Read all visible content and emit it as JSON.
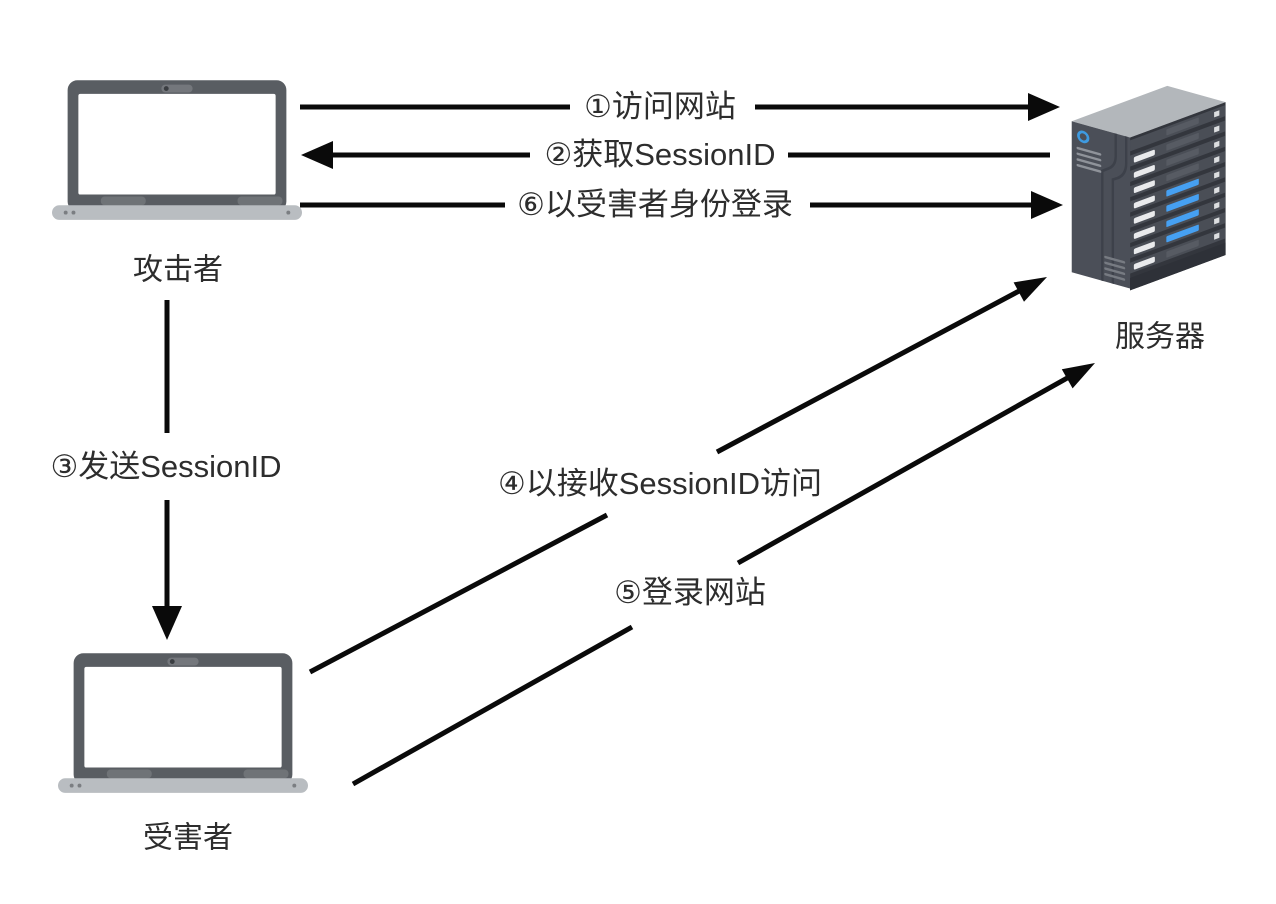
{
  "entities": {
    "attacker": {
      "label": "攻击者",
      "icon": "laptop-icon"
    },
    "victim": {
      "label": "受害者",
      "icon": "laptop-icon"
    },
    "server": {
      "label": "服务器",
      "icon": "server-icon"
    }
  },
  "flows": [
    {
      "label": "①访问网站",
      "from": "attacker",
      "to": "server",
      "direction": "right"
    },
    {
      "label": "②获取SessionID",
      "from": "server",
      "to": "attacker",
      "direction": "left"
    },
    {
      "label": "③发送SessionID",
      "from": "attacker",
      "to": "victim",
      "direction": "down"
    },
    {
      "label": "④以接收SessionID访问",
      "from": "victim",
      "to": "server",
      "direction": "up-right"
    },
    {
      "label": "⑤登录网站",
      "from": "victim",
      "to": "server",
      "direction": "up-right"
    },
    {
      "label": "⑥以受害者身份登录",
      "from": "attacker",
      "to": "server",
      "direction": "right"
    }
  ],
  "colors": {
    "background": "#ffffff",
    "arrow": "#0a0a0a",
    "label_text": "#2d2d2d",
    "laptop_frame": "#595d62",
    "laptop_base": "#b9bdc1",
    "server_front": "#4b4f58",
    "server_side": "#33363d",
    "server_top": "#b3b7bb",
    "server_led_blue": "#46a0f2",
    "server_slot_white": "#e9eaec",
    "power_ring_blue": "#3e9ae0"
  }
}
